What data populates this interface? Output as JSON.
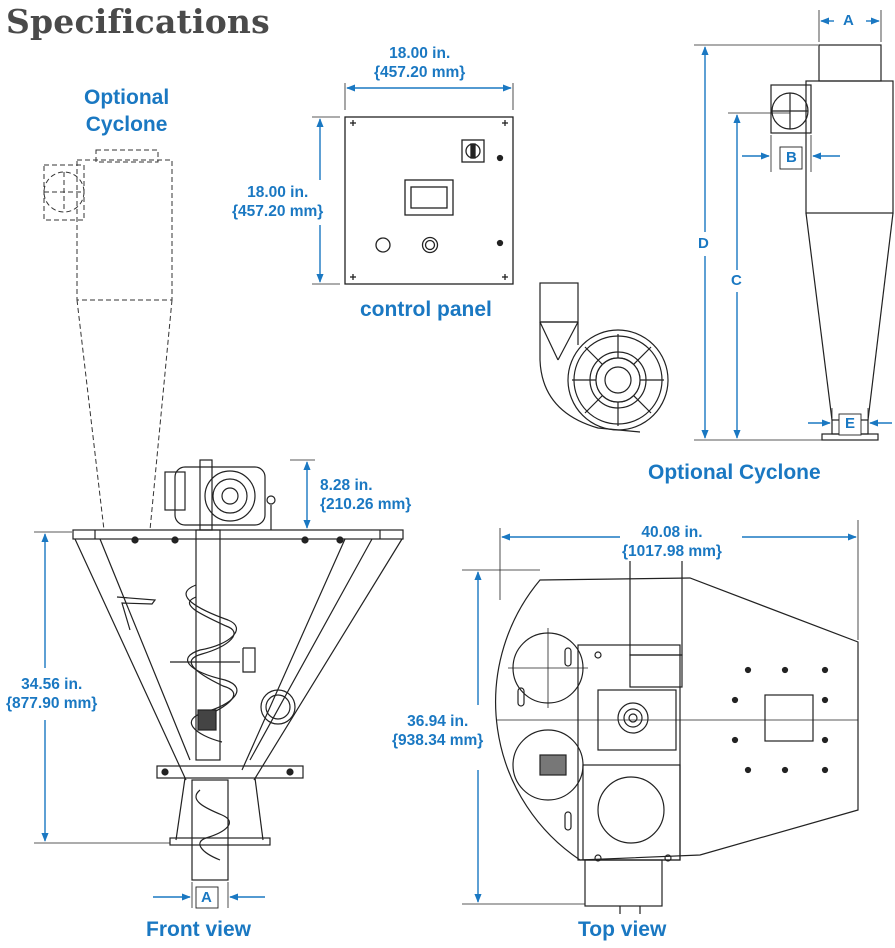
{
  "title": "Specifications",
  "captions": {
    "optional_cyclone_left_line1": "Optional",
    "optional_cyclone_left_line2": "Cyclone",
    "control_panel": "control panel",
    "optional_cyclone_right": "Optional Cyclone",
    "front_view": "Front view",
    "top_view": "Top view"
  },
  "dimensions": {
    "panel_width_in": "18.00 in.",
    "panel_width_mm": "{457.20 mm}",
    "panel_height_in": "18.00 in.",
    "panel_height_mm": "{457.20 mm}",
    "motor_height_in": "8.28 in.",
    "motor_height_mm": "{210.26 mm}",
    "front_height_in": "34.56 in.",
    "front_height_mm": "{877.90 mm}",
    "top_width_in": "40.08 in.",
    "top_width_mm": "{1017.98 mm}",
    "top_depth_in": "36.94 in.",
    "top_depth_mm": "{938.34 mm}"
  },
  "letters": {
    "cyclone_a": "A",
    "cyclone_b": "B",
    "cyclone_c": "C",
    "cyclone_d": "D",
    "cyclone_e": "E",
    "front_a": "A"
  },
  "colors": {
    "accent": "#1a78c2",
    "title": "#4a4a4a",
    "drawing": "#222222"
  }
}
